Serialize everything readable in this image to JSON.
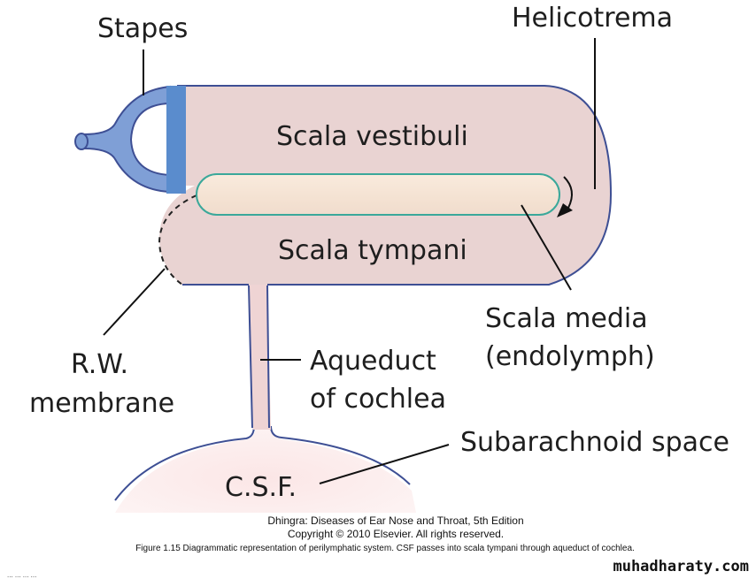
{
  "labels": {
    "stapes": "Stapes",
    "helicotrema": "Helicotrema",
    "scala_vestibuli": "Scala vestibuli",
    "scala_tympani": "Scala tympani",
    "scala_media_line1": "Scala media",
    "scala_media_line2": "(endolymph)",
    "rw_line1": "R.W.",
    "rw_line2": "membrane",
    "aqueduct_line1": "Aqueduct",
    "aqueduct_line2": "of cochlea",
    "subarachnoid": "Subarachnoid space",
    "csf": "C.S.F."
  },
  "caption": {
    "source": "Dhingra: Diseases of Ear Nose and Throat, 5th Edition",
    "copyright": "Copyright © 2010 Elsevier. All rights reserved.",
    "figure": "Figure 1.15 Diagrammatic representation of perilymphatic system. CSF passes into scala tympani through aqueduct of cochlea."
  },
  "watermark": "muhadharaty.com",
  "footnote": "... ... ... ...",
  "colors": {
    "perilymph_fill": "#e9d3d2",
    "outline": "#3e4f94",
    "stapes_fill": "#7f9fd6",
    "footplate": "#5a8ccd",
    "media_border": "#3aa89a",
    "media_fill": "#f6e4d6",
    "csf_fill": "#fbe9e9"
  }
}
